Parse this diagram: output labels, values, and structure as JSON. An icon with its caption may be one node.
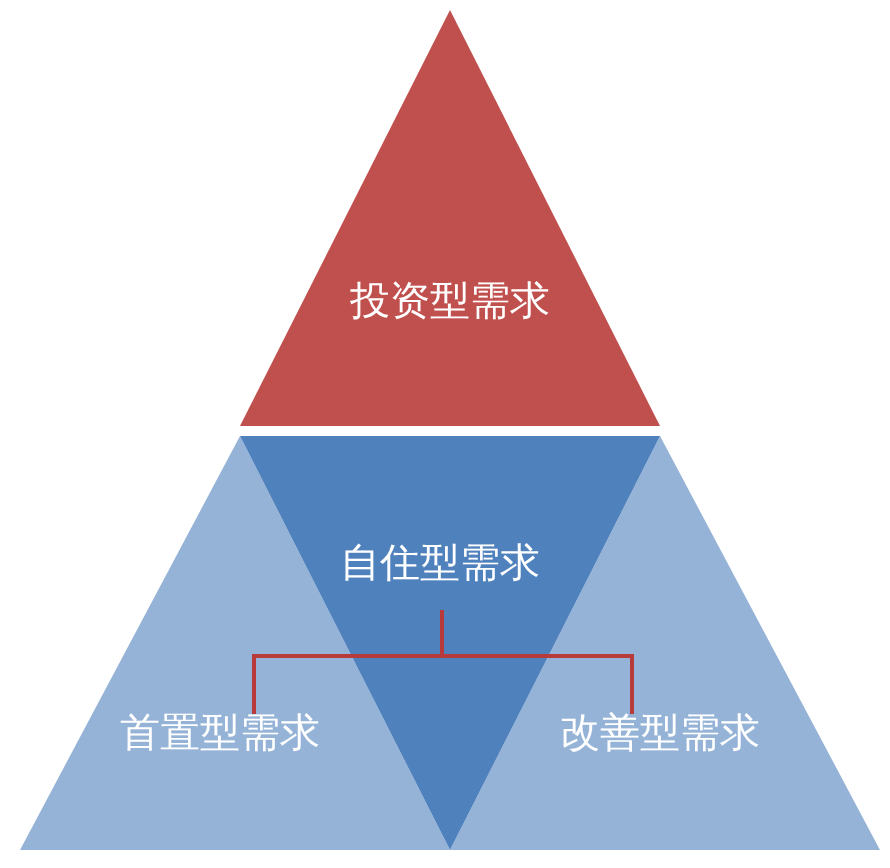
{
  "diagram": {
    "nodes": [
      {
        "text": [
          "投资型需求"
        ]
      },
      {
        "text": [
          "自住型需求"
        ]
      },
      {
        "text": [
          "首置型需求"
        ]
      },
      {
        "text": [
          "改善型需求"
        ]
      }
    ],
    "edges": [
      {
        "from": 1,
        "to": 2,
        "arrow": "none"
      },
      {
        "from": 1,
        "to": 3,
        "arrow": "none"
      }
    ]
  }
}
